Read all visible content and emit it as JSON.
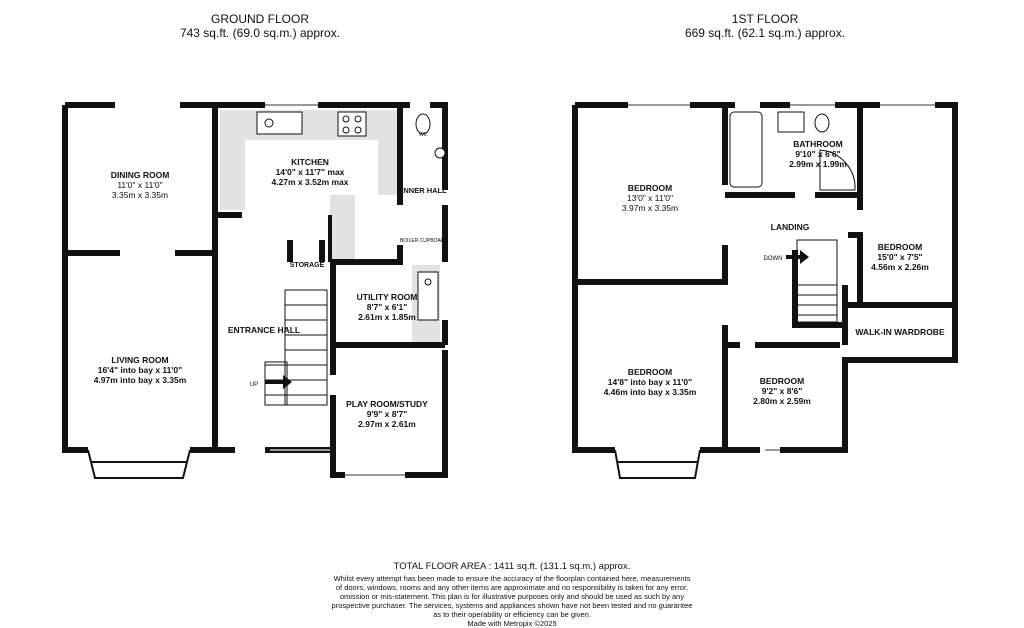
{
  "ground_floor": {
    "title": "GROUND FLOOR",
    "area": "743 sq.ft. (69.0 sq.m.) approx.",
    "rooms": {
      "dining": {
        "name": "DINING ROOM",
        "imperial": "11'0\" x 11'0\"",
        "metric": "3.35m x 3.35m"
      },
      "living": {
        "name": "LIVING ROOM",
        "imperial": "16'4\" into bay x 11'0\"",
        "metric": "4.97m into bay x 3.35m"
      },
      "kitchen": {
        "name": "KITCHEN",
        "imperial": "14'0\" x 11'7\" max",
        "metric": "4.27m x 3.52m max"
      },
      "wc": {
        "name": "WC"
      },
      "inner_hall": {
        "name": "INNER HALL"
      },
      "boiler": {
        "name": "BOILER CUPBOARD"
      },
      "storage": {
        "name": "STORAGE"
      },
      "entrance_hall": {
        "name": "ENTRANCE HALL"
      },
      "utility": {
        "name": "UTILITY ROOM",
        "imperial": "8'7\" x 6'1\"",
        "metric": "2.61m x 1.85m"
      },
      "play": {
        "name": "PLAY ROOM/STUDY",
        "imperial": "9'9\" x 8'7\"",
        "metric": "2.97m x 2.61m"
      },
      "stairs_label": "UP"
    }
  },
  "first_floor": {
    "title": "1ST FLOOR",
    "area": "669 sq.ft. (62.1 sq.m.) approx.",
    "rooms": {
      "bed1": {
        "name": "BEDROOM",
        "imperial": "13'0\" x 11'0\"",
        "metric": "3.97m x 3.35m"
      },
      "bathroom": {
        "name": "BATHROOM",
        "imperial": "9'10\" x 6'6\"",
        "metric": "2.99m x 1.99m"
      },
      "landing": {
        "name": "LANDING"
      },
      "bed2": {
        "name": "BEDROOM",
        "imperial": "15'0\" x 7'5\"",
        "metric": "4.56m x 2.26m"
      },
      "wardrobe": {
        "name": "WALK-IN WARDROBE"
      },
      "bed3": {
        "name": "BEDROOM",
        "imperial": "14'8\" into bay x 11'0\"",
        "metric": "4.46m into bay x 3.35m"
      },
      "bed4": {
        "name": "BEDROOM",
        "imperial": "9'2\" x 8'6\"",
        "metric": "2.80m x 2.59m"
      },
      "stairs_label": "DOWN"
    }
  },
  "footer": {
    "total": "TOTAL FLOOR AREA : 1411 sq.ft. (131.1 sq.m.) approx.",
    "disclaimer": [
      "Whilst every attempt has been made to ensure the accuracy of the floorplan contained here, measurements",
      "of doors, windows, rooms and any other items are approximate and no responsibility is taken for any error,",
      "omission or mis-statement. This plan is for illustrative purposes only and should be used as such by any",
      "prospective purchaser. The services, systems and appliances shown have not been tested and no guarantee",
      "as to their operability or efficiency can be given."
    ],
    "credit": "Made with Metropix ©2025"
  },
  "colors": {
    "wall": "#111111",
    "fitted_units": "#e2e2e2"
  }
}
